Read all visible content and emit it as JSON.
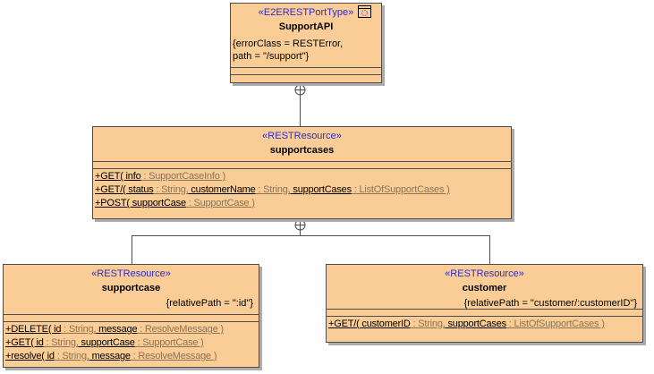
{
  "colors": {
    "box-fill": "#FACD96",
    "box-border": "#4D4D4D",
    "shadow": "#ABABAB",
    "stereotype-blue": "#2A2AD8",
    "type-brown": "#8B7355",
    "text-black": "#000000",
    "connector": "#4D4D4D",
    "background": "#FFFFFF"
  },
  "classes": {
    "supportapi": {
      "stereotype": "«E2ERESTPortType»",
      "name": "SupportAPI",
      "icon": "port-type-corner-icon",
      "constraints": [
        "{errorClass = RESTError,",
        "path = \"/support\"}"
      ]
    },
    "supportcases": {
      "stereotype": "«RESTResource»",
      "name": "supportcases",
      "operations": [
        [
          {
            "k": "n",
            "t": "+GET( info"
          },
          {
            "k": "t",
            "t": " : SupportCaseInfo )"
          }
        ],
        [
          {
            "k": "n",
            "t": "+GET/( status"
          },
          {
            "k": "t",
            "t": " : String,"
          },
          {
            "k": "n",
            "t": " customerName"
          },
          {
            "k": "t",
            "t": " : String,"
          },
          {
            "k": "n",
            "t": " supportCases"
          },
          {
            "k": "t",
            "t": " : ListOfSupportCases )"
          }
        ],
        [
          {
            "k": "n",
            "t": "+POST( supportCase"
          },
          {
            "k": "t",
            "t": " : SupportCase )"
          }
        ]
      ]
    },
    "supportcase": {
      "stereotype": "«RESTResource»",
      "name": "supportcase",
      "constraint": "{relativePath = \":id\"}",
      "operations": [
        [
          {
            "k": "n",
            "t": "+DELETE( id"
          },
          {
            "k": "t",
            "t": " : String,"
          },
          {
            "k": "n",
            "t": " message"
          },
          {
            "k": "t",
            "t": " : ResolveMessage )"
          }
        ],
        [
          {
            "k": "n",
            "t": "+GET( id"
          },
          {
            "k": "t",
            "t": " : String,"
          },
          {
            "k": "n",
            "t": " supportCase"
          },
          {
            "k": "t",
            "t": " : SupportCase )"
          }
        ],
        [
          {
            "k": "n",
            "t": "+resolve( id"
          },
          {
            "k": "t",
            "t": " : String,"
          },
          {
            "k": "n",
            "t": " message"
          },
          {
            "k": "t",
            "t": " : ResolveMessage )"
          }
        ]
      ]
    },
    "customer": {
      "stereotype": "«RESTResource»",
      "name": "customer",
      "constraint": "{relativePath = \"customer/:customerID\"}",
      "operations": [
        [
          {
            "k": "n",
            "t": "+GET/( customerID"
          },
          {
            "k": "t",
            "t": " : String,"
          },
          {
            "k": "n",
            "t": " supportCases"
          },
          {
            "k": "t",
            "t": " : ListOfSupportCases )"
          }
        ]
      ]
    }
  }
}
